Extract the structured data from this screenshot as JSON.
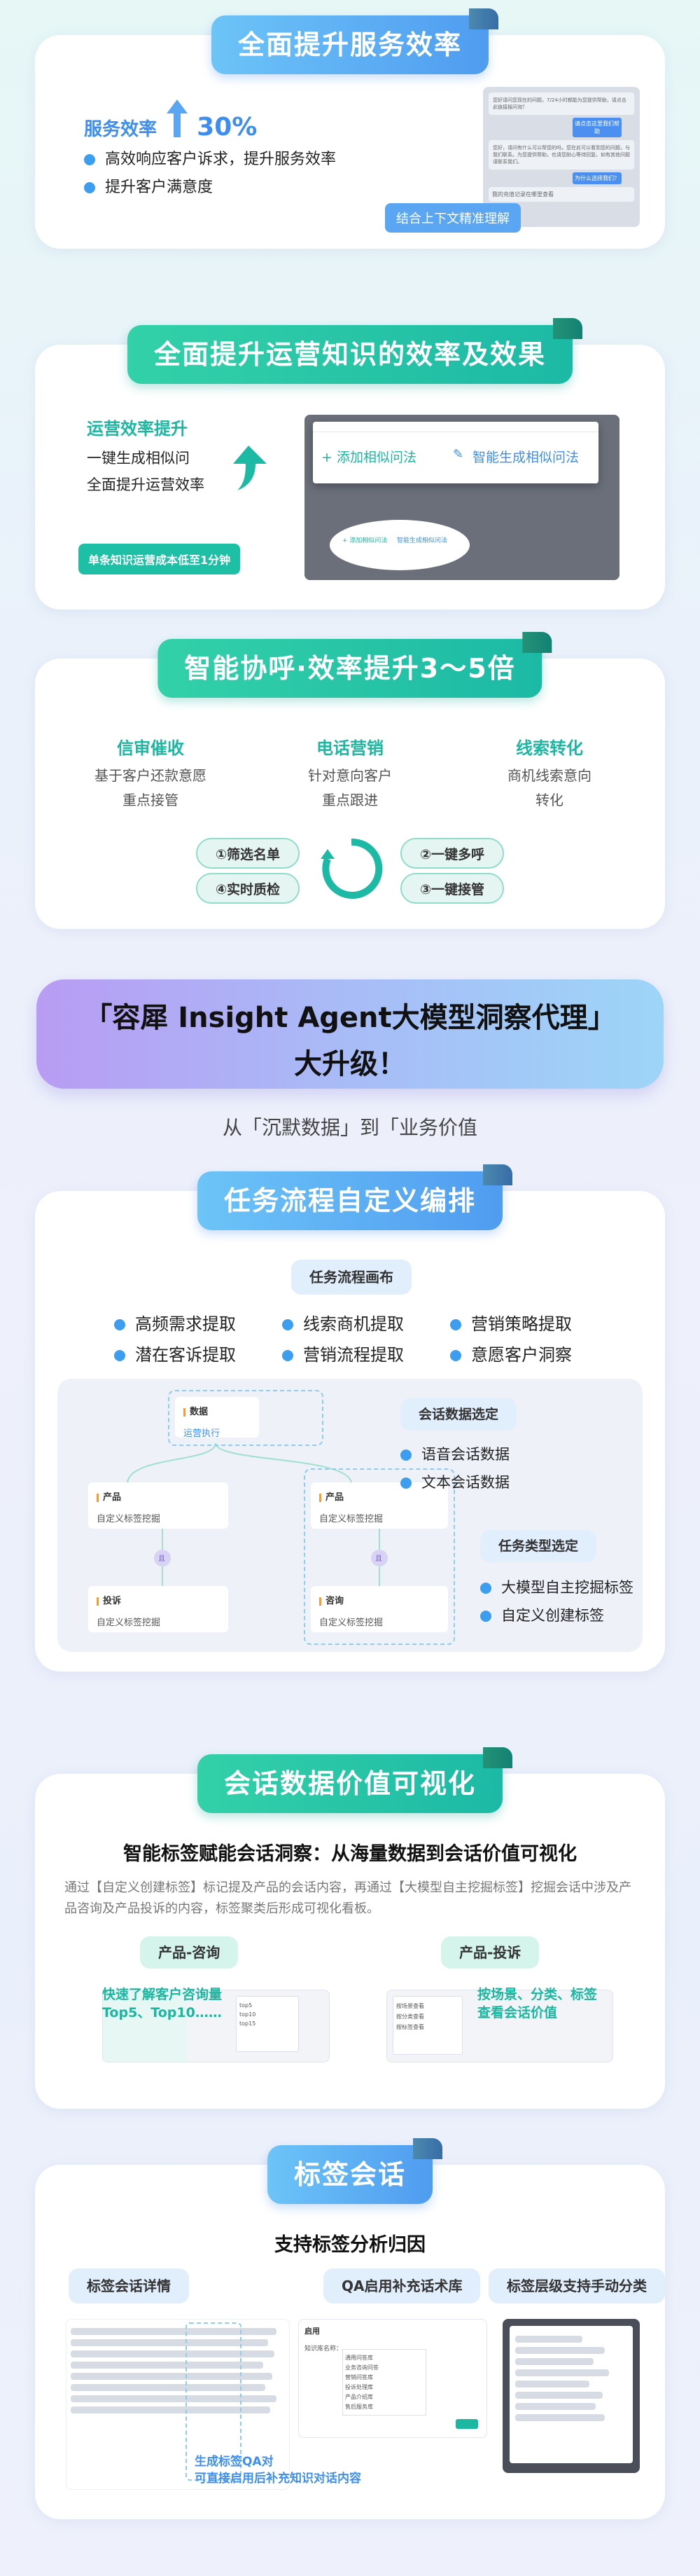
{
  "s1": {
    "title": "全面提升服务效率",
    "metric_label": "服务效率",
    "metric_value": "30%",
    "bullets": [
      "高效响应客户诉求，提升服务效率",
      "提升客户满意度"
    ],
    "chat_1": "您好请问您现在的问题，7/24小时都能为您提供帮助，请点击此链接报问询？",
    "chat_btn_1": "请点击这里我们帮助",
    "chat_2": "您好，请问有什么可以帮您的吗，您在此可以看到您的问题，与我们联系。为您提供帮助，也请您耐心等待回复。如有其他问题请联系我们。",
    "chat_btn_2": "为什么选择我们？",
    "callout": "结合上下文精准理解",
    "chat_3": "我的充值记录在哪里查看"
  },
  "s2": {
    "title": "全面提升运营知识的效率及效果",
    "heading": "运营效率提升",
    "lines": [
      "一键生成相似问",
      "全面提升运营效率"
    ],
    "badge": "单条知识运营成本低至1分钟",
    "add_similar": "+ 添加相似问法",
    "smart_gen": "智能生成相似问法",
    "mini_a": "+ 添加相似问法",
    "mini_b": "智能生成相似问法"
  },
  "s3": {
    "title": "智能协呼·效率提升3～5倍",
    "cols": [
      {
        "head": "信审催收",
        "l1": "基于客户还款意愿",
        "l2": "重点接管"
      },
      {
        "head": "电话营销",
        "l1": "针对意向客户",
        "l2": "重点跟进"
      },
      {
        "head": "线索转化",
        "l1": "商机线索意向",
        "l2": "转化"
      }
    ],
    "steps": [
      "①筛选名单",
      "②一键多呼",
      "④实时质检",
      "③一键接管"
    ]
  },
  "hero": {
    "line1": "「容犀 Insight Agent大模型洞察代理」",
    "line2": "大升级！",
    "sub": "从「沉默数据」到「业务价值"
  },
  "s4": {
    "title": "任务流程自定义编排",
    "canvas_label": "任务流程画布",
    "items": [
      "高频需求提取",
      "线索商机提取",
      "营销策略提取",
      "潜在客诉提取",
      "营销流程提取",
      "意愿客户洞察"
    ],
    "session_select": "会话数据选定",
    "session_items": [
      "语音会话数据",
      "文本会话数据"
    ],
    "task_select": "任务类型选定",
    "task_items": [
      "大模型自主挖掘标签",
      "自定义创建标签"
    ],
    "node_top": "数据",
    "node_top_sub": "运营执行",
    "node_a": "产品",
    "node_a_sub": "自定义标签挖掘",
    "node_b": "产品",
    "node_b_sub": "自定义标签挖掘",
    "node_c": "投诉",
    "node_c_sub": "自定义标签挖掘",
    "node_d": "咨询",
    "node_d_sub": "自定义标签挖掘",
    "and_label": "且"
  },
  "s5": {
    "title": "会话数据价值可视化",
    "heading": "智能标签赋能会话洞察：从海量数据到会话价值可视化",
    "desc": "通过【自定义创建标签】标记提及产品的会话内容，再通过【大模型自主挖掘标签】挖掘会话中涉及产品咨询及产品投诉的内容，标签聚类后形成可视化看板。",
    "tag_a": "产品-咨询",
    "tag_b": "产品-投诉",
    "note_a1": "快速了解客户咨询量",
    "note_a2": "Top5、Top10……",
    "note_b1": "按场景、分类、标签",
    "note_b2": "查看会话价值",
    "popup_a": [
      "top5",
      "top10",
      "top15"
    ],
    "popup_b": [
      "按场景查看",
      "按分类查看",
      "按标签查看"
    ]
  },
  "s6": {
    "title": "标签会话",
    "heading": "支持标签分析归因",
    "tabs": [
      "标签会话详情",
      "QA启用补充话术库",
      "标签层级支持手动分类"
    ],
    "note1": "生成标签QA对",
    "note2": "可直接启用后补充知识对话内容",
    "dialog_title": "启用",
    "dialog_field": "知识库名称：",
    "dialog_opts": [
      "通用问答库",
      "业务咨询问答",
      "营销问答库",
      "投诉处理库",
      "产品介绍库",
      "售后服务库"
    ]
  },
  "colors": {
    "teal": "#1bb7a0",
    "blue": "#3d8ef0",
    "purple": "#9a7ef2"
  }
}
